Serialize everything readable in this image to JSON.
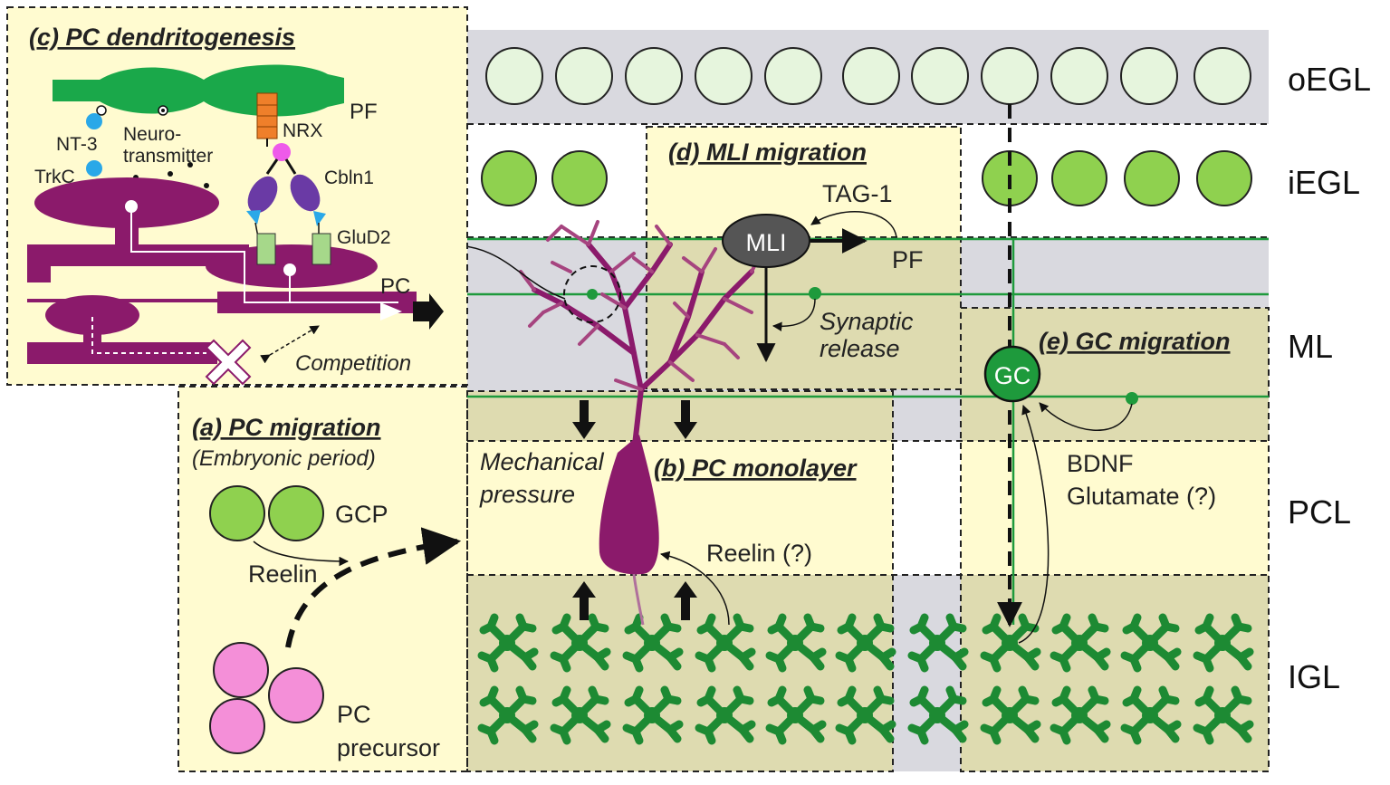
{
  "layers": {
    "oegl": "oEGL",
    "iegl": "iEGL",
    "ml": "ML",
    "pcl": "PCL",
    "igl": "IGL"
  },
  "panel_c": {
    "title": "(c) PC dendritogenesis",
    "pf": "PF",
    "nrx": "NRX",
    "nt3": "NT-3",
    "neuro1": "Neuro-",
    "neuro2": "transmitter",
    "trkc": "TrkC",
    "cbln1": "Cbln1",
    "glud2": "GluD2",
    "pc": "PC",
    "competition": "Competition"
  },
  "panel_d": {
    "title": "(d) MLI migration",
    "tag1": "TAG-1",
    "mli": "MLI",
    "pf": "PF",
    "syn1": "Synaptic",
    "syn2": "release"
  },
  "panel_e": {
    "title": "(e) GC migration",
    "gc": "GC",
    "bdnf": "BDNF",
    "glutamate": "Glutamate (?)"
  },
  "panel_a": {
    "title": "(a) PC migration",
    "subtitle": "(Embryonic period)",
    "gcp": "GCP",
    "reelin": "Reelin",
    "pc": "PC",
    "precursor": "precursor"
  },
  "panel_b": {
    "title": "(b) PC monolayer",
    "mech1": "Mechanical",
    "mech2": "pressure",
    "reelin": "Reelin (?)"
  },
  "colors": {
    "pc": "#8b1a6b",
    "gc_green": "#1e9a3c",
    "gcp_green": "#8fd14f",
    "pale_yellow": "#fffbd0",
    "olive": "#dedbb0",
    "grey": "#d9d9df",
    "pink": "#f48fd8"
  }
}
